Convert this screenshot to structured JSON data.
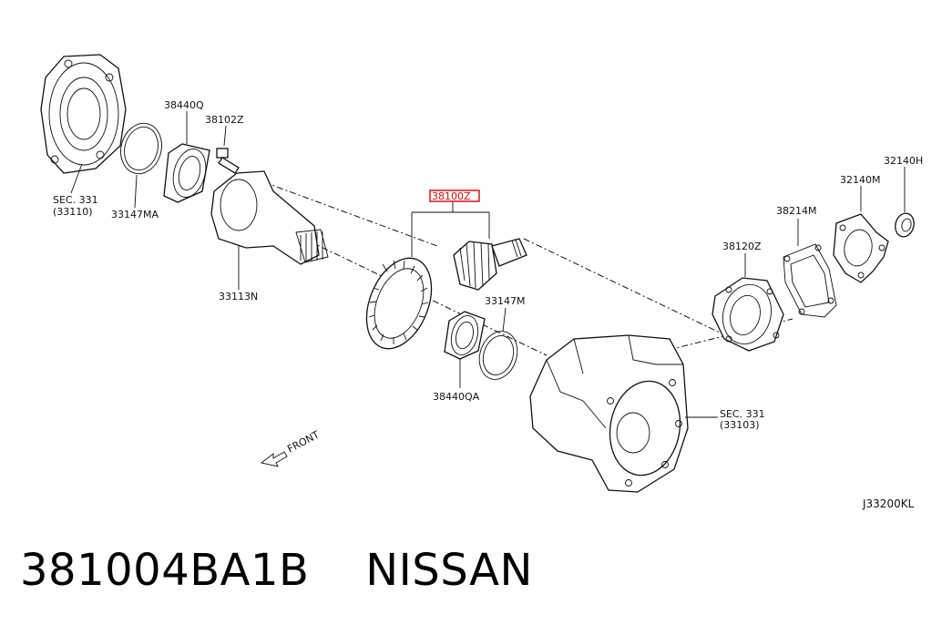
{
  "callouts": {
    "sec331_left": "SEC. 331",
    "sec331_left_sub": "(33110)",
    "p38440Q": "38440Q",
    "p38102Z": "38102Z",
    "p33147MA": "33147MA",
    "p33113N": "33113N",
    "p38100Z": "38100Z",
    "p33147M": "33147M",
    "p38440QA": "38440QA",
    "p38214M": "38214M",
    "p38120Z": "38120Z",
    "p32140M": "32140M",
    "p32140H": "32140H",
    "sec331_right": "SEC. 331",
    "sec331_right_sub": "(33103)",
    "front": "FRONT",
    "diagram_code": "J33200KL"
  },
  "highlight_color": "#e00000",
  "caption": {
    "part_number": "381004BA1B",
    "brand": "NISSAN"
  }
}
